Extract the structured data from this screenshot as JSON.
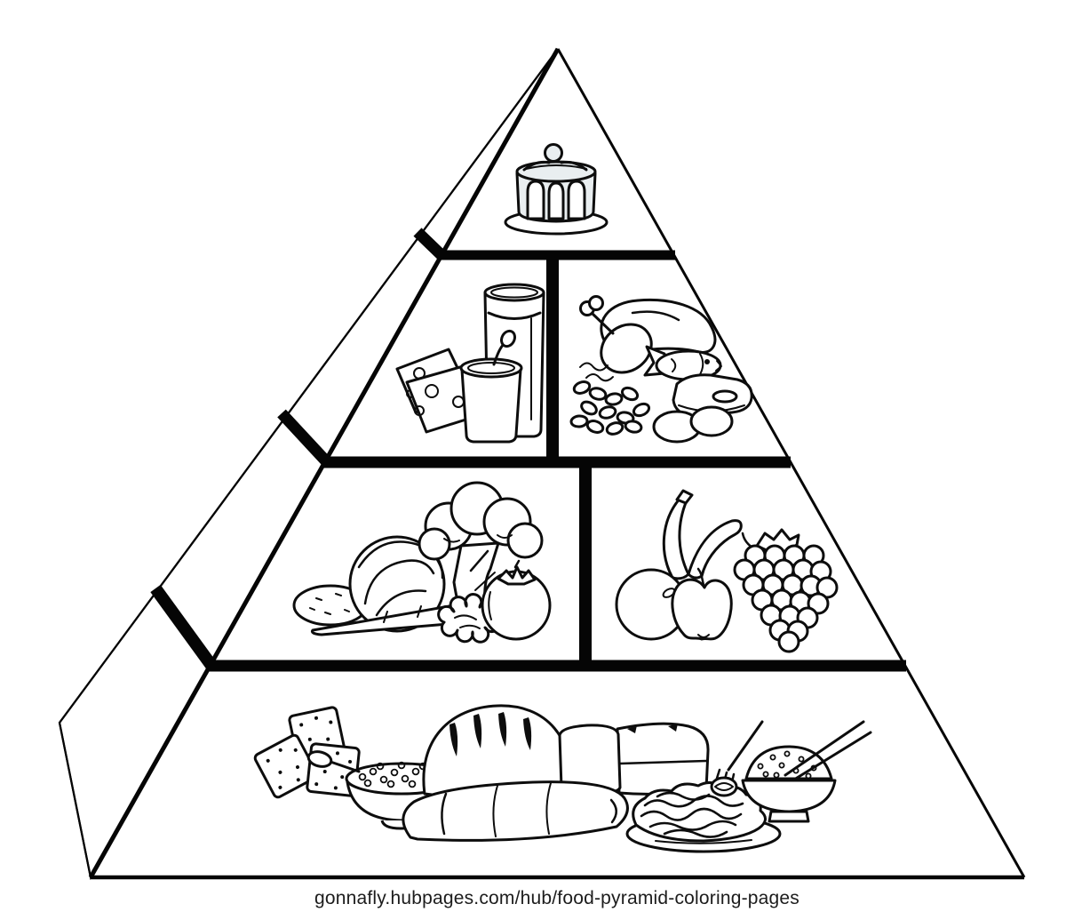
{
  "page": {
    "background_color": "#ffffff",
    "ink_color": "#0d0d0d",
    "icing_tint": "#e9eef0",
    "caption": "gonnafly.hubpages.com/hub/food-pyramid-coloring-pages"
  },
  "pyramid": {
    "kind": "food-pyramid-coloring-page",
    "levels": [
      {
        "name": "fats-oils-sweets",
        "position": "top",
        "items": [
          "frosted-cake-with-cherry"
        ]
      },
      {
        "name": "dairy",
        "position": "second-level-left",
        "items": [
          "cheese-slices",
          "glass-of-milk",
          "yogurt-cup-with-spoon"
        ]
      },
      {
        "name": "meat-fish-protein",
        "position": "second-level-right",
        "items": [
          "chicken-drumstick",
          "roast-poultry",
          "fish",
          "ham-slice",
          "eggs",
          "beans"
        ]
      },
      {
        "name": "vegetables",
        "position": "third-level-left",
        "items": [
          "potato",
          "cabbage",
          "broccoli",
          "carrot",
          "leafy-greens",
          "tomato"
        ]
      },
      {
        "name": "fruits",
        "position": "third-level-right",
        "items": [
          "bananas",
          "orange",
          "apple",
          "grapes"
        ]
      },
      {
        "name": "grains-breads-cereals",
        "position": "base-level",
        "items": [
          "crackers",
          "cereal-bowl-with-spoon",
          "round-bread-loaf",
          "long-bread-loaf",
          "sliced-bread-loaf",
          "spaghetti-plate-with-fork",
          "rice-bowl-with-chopsticks"
        ]
      }
    ]
  }
}
